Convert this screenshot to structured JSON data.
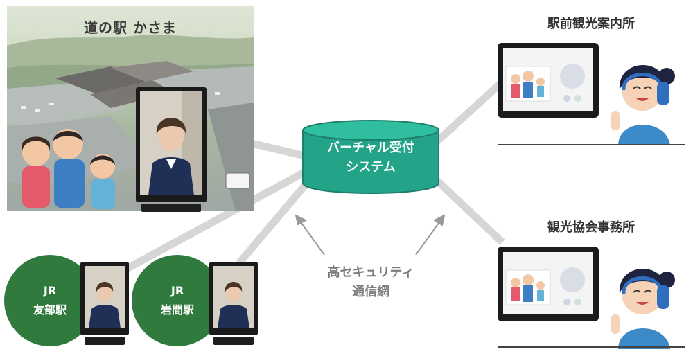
{
  "station": {
    "title": "道の駅 かさま"
  },
  "system": {
    "line1": "バーチャル受付",
    "line2": "システム"
  },
  "network": {
    "line1": "高セキュリティ",
    "line2": "通信網"
  },
  "jr_stations": [
    {
      "line1": "JR",
      "line2": "友部駅"
    },
    {
      "line1": "JR",
      "line2": "岩間駅"
    }
  ],
  "sites": [
    {
      "title": "駅前観光案内所"
    },
    {
      "title": "観光協会事務所"
    }
  ],
  "colors": {
    "jr_green": "#2f7a3c",
    "db_teal": "#23a489",
    "connector_gray": "#d4d4d4"
  }
}
